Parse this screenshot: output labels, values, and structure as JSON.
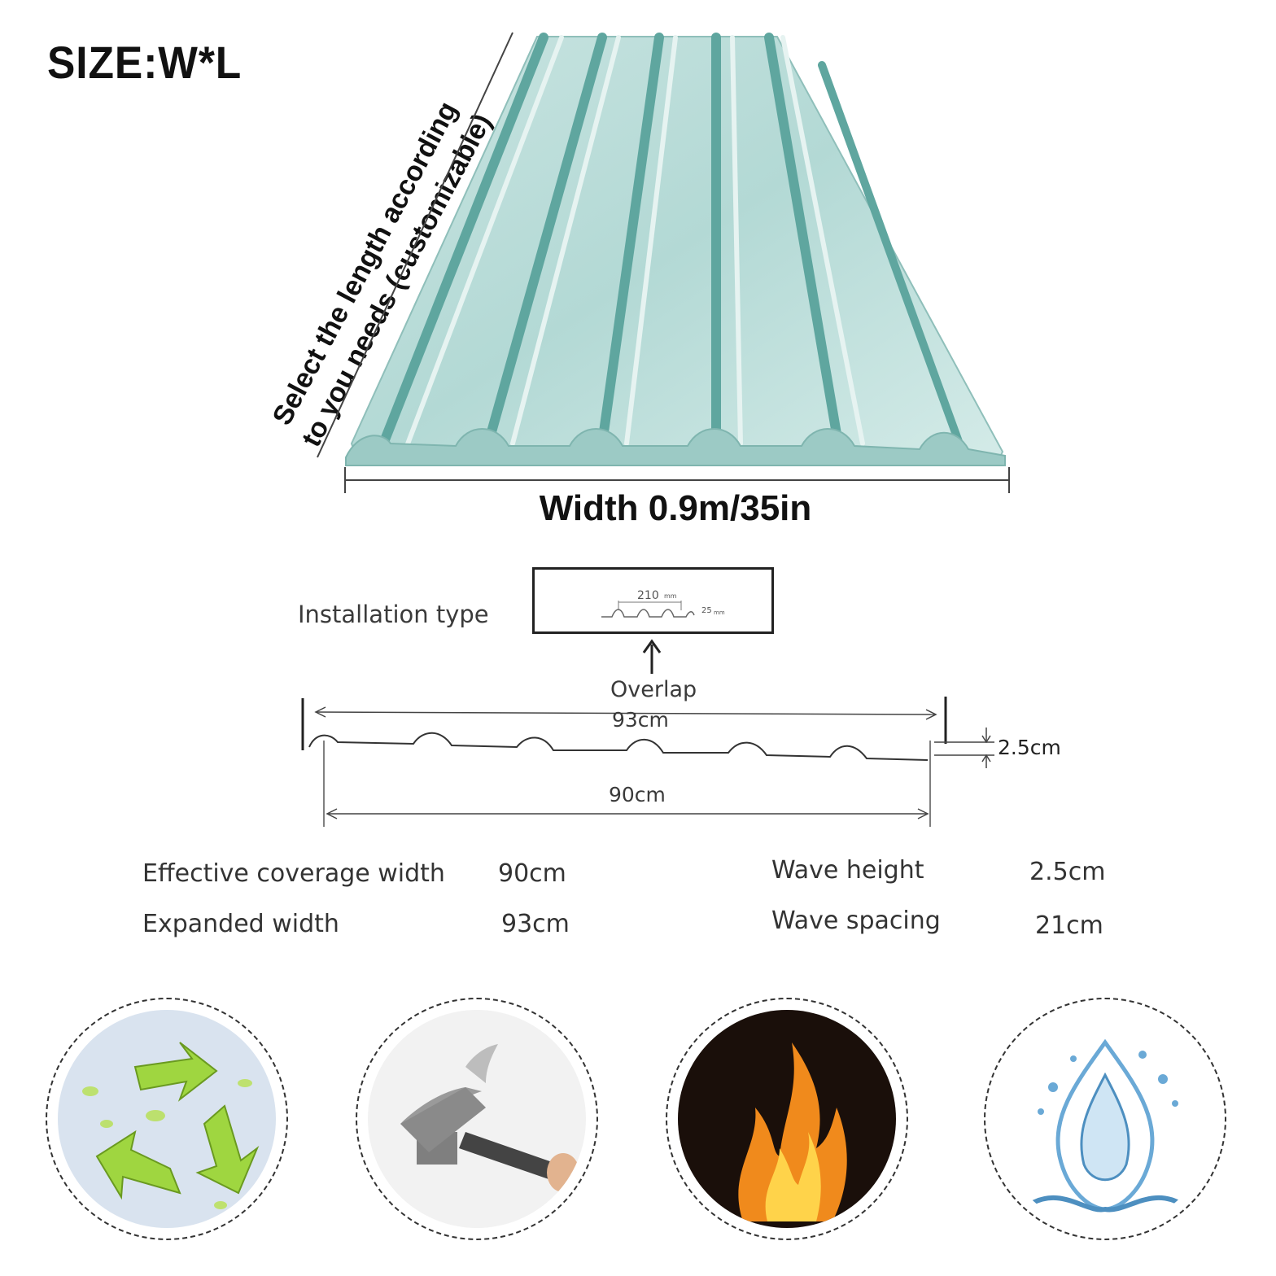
{
  "header": {
    "title": "SIZE:W*L"
  },
  "length_note": {
    "line1": "Select the length according",
    "line2": "to you needs (customizable)"
  },
  "width_label": "Width 0.9m/35in",
  "installation": {
    "label": "Installation type",
    "box_spacing": "210",
    "box_spacing_unit": "mm",
    "box_height": "25",
    "box_height_unit": "mm",
    "overlap": "Overlap"
  },
  "profile": {
    "expanded_dim": "93cm",
    "effective_dim": "90cm",
    "height_dim": "2.5cm"
  },
  "specs": [
    {
      "label": "Effective coverage width",
      "value": "90cm"
    },
    {
      "label": "Expanded width",
      "value": "93cm"
    },
    {
      "label": "Wave height",
      "value": "2.5cm"
    },
    {
      "label": "Wave spacing",
      "value": "21cm"
    }
  ],
  "colors": {
    "sheet": "#a9d3cf",
    "sheet_dark": "#5fa69f",
    "recycle": "#9fd640",
    "fire": "#f08a1c",
    "water": "#6aa9d6"
  },
  "feature_icons": [
    "recycle-icon",
    "hammer-icon",
    "fire-icon",
    "water-icon"
  ]
}
